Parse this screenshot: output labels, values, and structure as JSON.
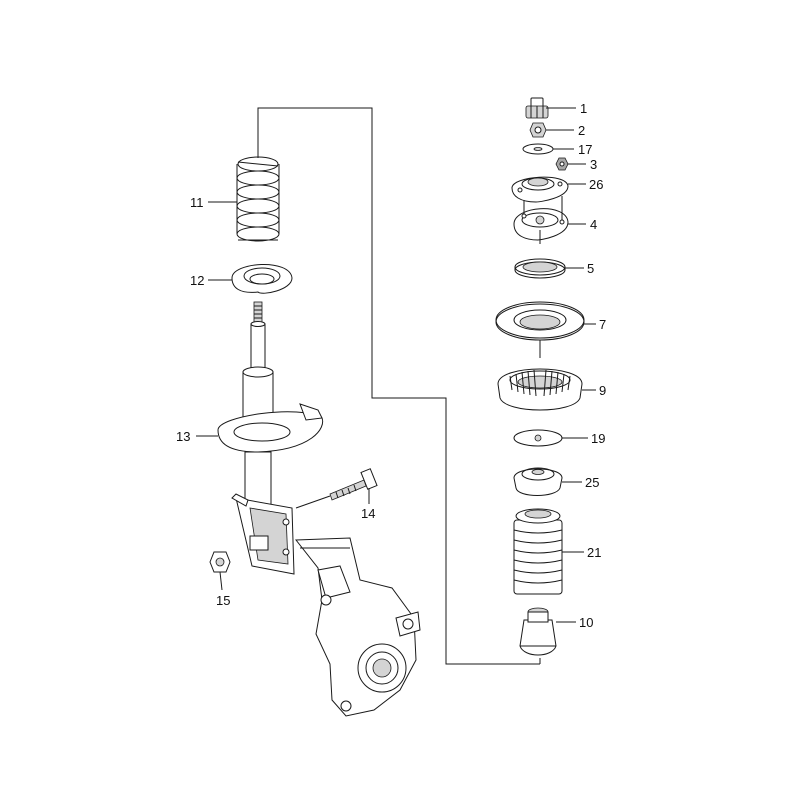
{
  "labels": {
    "p1": "1",
    "p2": "2",
    "p17": "17",
    "p3": "3",
    "p26": "26",
    "p4": "4",
    "p5": "5",
    "p7": "7",
    "p9": "9",
    "p19": "19",
    "p25": "25",
    "p21": "21",
    "p10": "10",
    "p11": "11",
    "p12": "12",
    "p13": "13",
    "p14": "14",
    "p15": "15"
  }
}
